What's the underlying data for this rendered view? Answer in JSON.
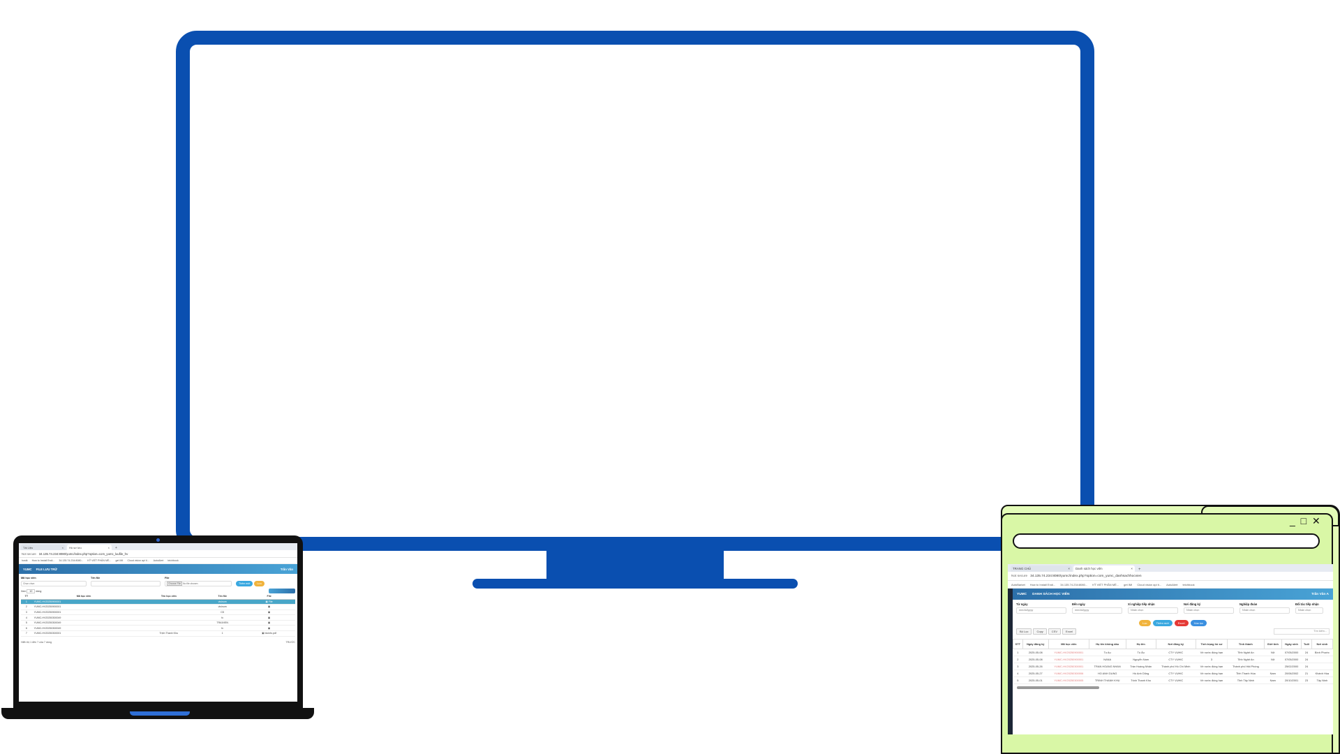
{
  "laptop": {
    "tabs": [
      {
        "label": "Tài Liệu",
        "close": "×"
      },
      {
        "label": "Hồ sơ lưu",
        "close": "×"
      }
    ],
    "new_tab": "+",
    "address": {
      "security": "Not secure",
      "url": "34.135.74.234:8080/yumc/index.php?option=com_yumc_luufile_hv"
    },
    "bookmarks": [
      "hostk",
      "How to Install Endi...",
      "34.135.74.234:8080...",
      "KỸ VIẾT PHẦN MỀ...",
      "get IMI",
      "Cloud vision api ti...",
      "AutoAlert",
      "teichbook"
    ],
    "header": {
      "home": "YUMC",
      "title": "FILE LƯU TRỮ",
      "user": "Trần Văn"
    },
    "form": {
      "student_label": "Mã học viên",
      "student_value": "Chọn chọn",
      "filename_label": "Tên file",
      "file_label": "File",
      "choose_button": "Choose File",
      "no_file": "No file chosen",
      "add_button": "Thêm mới",
      "save_button": "Lưu"
    },
    "page_size_prefix": "Xem",
    "page_size": "10",
    "page_size_suffix": "dòng",
    "table": {
      "headers": [
        "TT",
        "Mã học viên",
        "Tên học viên",
        "Tên file",
        "File"
      ],
      "rows": [
        [
          "1",
          "YUMC-HV20250900001",
          "",
          "visinum",
          "▣ File"
        ],
        [
          "2",
          "YUMC-HV20250900001",
          "",
          "visinum",
          "▣"
        ],
        [
          "3",
          "YUMC-HV20250900001",
          "",
          "CD",
          "▣"
        ],
        [
          "4",
          "YUMC-HV20250300049",
          "",
          "fc",
          "▣"
        ],
        [
          "5",
          "YUMC-HV20250300049",
          "",
          "TRAIVIEN",
          "▣"
        ],
        [
          "6",
          "YUMC-HV20250300049",
          "",
          "fc",
          "▣"
        ],
        [
          "7",
          "YUMC-HV20250300001",
          "Trịnh Thanh Khu",
          "1",
          "▣ bioinfo.pdf"
        ]
      ]
    },
    "footer": {
      "info": "Hiển thị 1 đến 7 của 7 dòng",
      "pager": "TRƯỚC"
    }
  },
  "folder": {
    "controls": "_ □ ✕",
    "tabs": [
      {
        "label": "TRANG CHỦ",
        "close": "×"
      },
      {
        "label": "Danh sách học viên",
        "close": "×"
      }
    ],
    "new_tab": "+",
    "address": {
      "security": "Not secure",
      "url": "34.135.74.234:8080/yumc/index.php?option=com_yumc_danhsachhocvien"
    },
    "bookmarks": [
      "AutoBarket",
      "How to Install Endi...",
      "34.135.74.234:8080...",
      "KỸ VIẾT PHẦN MỀ...",
      "get IMI",
      "Cloud vision api ti...",
      "AutoAlert",
      "teichbook"
    ],
    "header": {
      "home": "YUMC",
      "title": "DANH SÁCH HỌC VIÊN",
      "user": "Trần Văn A"
    },
    "filters": [
      {
        "label": "Từ ngày",
        "value": "mm/dd/yyyy"
      },
      {
        "label": "Đến ngày",
        "value": "mm/dd/yyyy"
      },
      {
        "label": "Xí nghiệp tiếp nhận",
        "value": "Nhấn chọn"
      },
      {
        "label": "Nơi đăng ký",
        "value": "Nhấn chọn"
      },
      {
        "label": "Nghiệp đoàn",
        "value": "Nhấn chọn"
      },
      {
        "label": "Đối tác tiếp nhận",
        "value": "Nhấn chọn"
      }
    ],
    "actions": {
      "filter": "Lọc",
      "add": "Thêm mới",
      "excel": "Excel",
      "delete": "Xóa lọc"
    },
    "tools": [
      "Bộ Lọc",
      "Copy",
      "CSV",
      "Excel"
    ],
    "search_placeholder": "Tìm kiếm...",
    "table": {
      "headers": [
        "STT",
        "Ngày đăng ký",
        "Mã học viên",
        "Họ tên không dấu",
        "Họ tên",
        "Nơi đăng ký",
        "Tình trạng hồ sơ",
        "Tỉnh thành",
        "Giới tính",
        "Ngày sinh",
        "Tuổi",
        "Nơi sinh"
      ],
      "rows": [
        [
          "1",
          "2025-05-08",
          "YUMC-HV20250900001",
          "Tu Au",
          "Tú Âu",
          "CTY VUHIC",
          "Về nước đúng hạn",
          "Tỉnh Nghệ An",
          "Nữ",
          "07/05/2000",
          "24",
          "Bình Phước"
        ],
        [
          "2",
          "2025-05-08",
          "YUMC-HV20250900001",
          "NANA",
          "Nguyễn Nam",
          "CTY VUHIC",
          "3",
          "Tỉnh Nghệ An",
          "Nữ",
          "07/05/2000",
          "24",
          ""
        ],
        [
          "3",
          "2025-05-26",
          "YUMC-HV20250300001",
          "TRAN HOANG NHAN",
          "Trần Hoàng Nhân",
          "Thành phố Hồ Chí Minh",
          "Về nước đúng hạn",
          "Thành phố Hải Phòng",
          "",
          "25/02/2000",
          "24",
          ""
        ],
        [
          "4",
          "2025-05-27",
          "YUMC-HV20250300006",
          "HO ANH DUNG",
          "Hồ Anh Dũng",
          "CTY VUHIC",
          "Về nước đúng hạn",
          "Tỉnh Thanh Hóa",
          "Nam",
          "20/06/2002",
          "21",
          "Khánh Hòa"
        ],
        [
          "5",
          "2025-05-01",
          "YUMC-HV20250300005",
          "TRINH THANH KHU",
          "Trịnh Thanh Khu",
          "CTY VUHIC",
          "Về nước đúng hạn",
          "Tỉnh Tây Ninh",
          "Nam",
          "20/10/2001",
          "23",
          "Tây Ninh"
        ]
      ]
    }
  },
  "colors": {
    "monitor": "#0a4fb0",
    "folder": "#d9f7a6",
    "header_start": "#2c6fa9",
    "header_end": "#49a3d6",
    "btn_filter": "#f0b33c",
    "btn_add": "#3aa8e0",
    "btn_excel": "#e53935",
    "btn_delete": "#3a8fe0"
  }
}
